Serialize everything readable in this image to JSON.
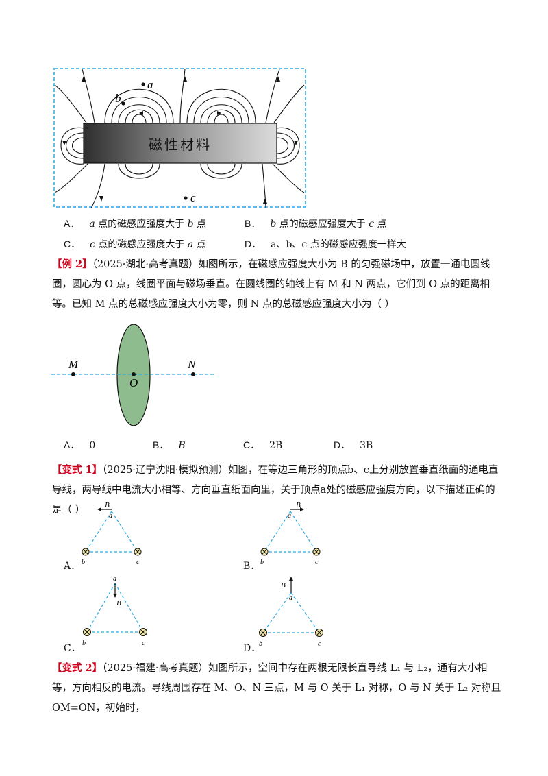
{
  "figure1": {
    "material_label": "磁性材料",
    "point_a": "a",
    "point_b": "b",
    "point_c": "c"
  },
  "q1_options": [
    {
      "key": "A．",
      "pre": "",
      "v1": "a",
      "mid": " 点的磁感应强度大于 ",
      "v2": "b",
      "post": " 点"
    },
    {
      "key": "B．",
      "pre": "",
      "v1": "b",
      "mid": " 点的磁感应强度大于 ",
      "v2": "c",
      "post": " 点"
    },
    {
      "key": "C．",
      "pre": "",
      "v1": "c",
      "mid": " 点的磁感应强度大于 ",
      "v2": "a",
      "post": " 点"
    },
    {
      "key": "D．",
      "text": "a、b、c 点的磁感应强度一样大"
    }
  ],
  "example2": {
    "tag": "【例 2】",
    "source": "（2025·湖北·高考真题）",
    "text": "如图所示，在磁感应强度大小为 B 的匀强磁场中，放置一通电圆线圈，圆心为 O 点，线圈平面与磁场垂直。在圆线圈的轴线上有 M 和 N 两点，它们到 O 点的距离相等。已知 M 点的总磁感应强度大小为零，则 N 点的总磁感应强度大小为（    ）",
    "figure": {
      "M": "M",
      "O": "O",
      "N": "N"
    },
    "options": [
      {
        "key": "A．",
        "value": "0"
      },
      {
        "key": "B．",
        "value": "B"
      },
      {
        "key": "C．",
        "value": "2B"
      },
      {
        "key": "D．",
        "value": "3B"
      }
    ]
  },
  "variant1": {
    "tag": "【变式 1】",
    "source": "（2025·辽宁沈阳·模拟预测）",
    "text": "如图，在等边三角形的顶点b、c上分别放置垂直纸面的通电直导线，两导线中电流大小相等、方向垂直纸面向里，关于顶点a处的磁感应强度方向，以下描述正确的是（        ）",
    "options": [
      {
        "key": "A．",
        "a": "a",
        "b": "b",
        "c": "c",
        "B": "B"
      },
      {
        "key": "B．",
        "a": "a",
        "b": "b",
        "c": "c",
        "B": "B"
      },
      {
        "key": "C．",
        "a": "a",
        "b": "b",
        "c": "c",
        "B": "B"
      },
      {
        "key": "D．",
        "a": "a",
        "b": "b",
        "c": "c",
        "B": "B"
      }
    ]
  },
  "variant2": {
    "tag": "【变式 2】",
    "source": "（2025·福建·高考真题）",
    "text": "如图所示，空间中存在两根无限长直导线 L₁ 与 L₂，通有大小相等，方向相反的电流。导线周围存在 M、O、N 三点，M 与 O 关于 L₁ 对称，O 与 N 关于 L₂ 对称且 OM=ON，初始时，"
  },
  "colors": {
    "tag": "#d0021b",
    "dash": "#29abe2",
    "coil": "#8fbc8f",
    "magnet_dark": "#2e2e2e",
    "magnet_light": "#d4d4d4"
  }
}
